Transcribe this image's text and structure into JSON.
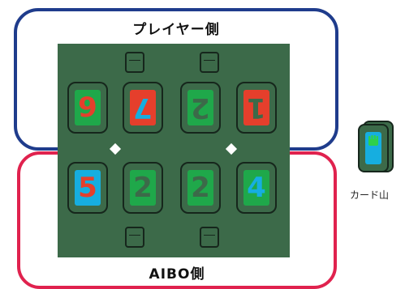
{
  "zones": {
    "player_label": "プレイヤー側",
    "aibo_label": "AIBO側"
  },
  "player_cards": [
    {
      "value": "9",
      "digit_color": "#e53f2c",
      "bg_color": "#1fa84a"
    },
    {
      "value": "7",
      "digit_color": "#16aee0",
      "bg_color": "#e53f2c"
    },
    {
      "value": "2",
      "digit_color": "#3c6a49",
      "bg_color": "#1fa84a"
    },
    {
      "value": "1",
      "digit_color": "#3c6a49",
      "bg_color": "#e53f2c"
    }
  ],
  "aibo_cards": [
    {
      "value": "5",
      "digit_color": "#e53f2c",
      "bg_color": "#16aee0"
    },
    {
      "value": "2",
      "digit_color": "#3c6a49",
      "bg_color": "#1fa84a"
    },
    {
      "value": "2",
      "digit_color": "#3c6a49",
      "bg_color": "#1fa84a"
    },
    {
      "value": "4",
      "digit_color": "#16aee0",
      "bg_color": "#1fa84a"
    }
  ],
  "deck": {
    "label": "カード山",
    "face_color": "#16aee0"
  },
  "colors": {
    "board": "#3c6a49",
    "player_border": "#1f3c8c",
    "aibo_border": "#e0224e"
  }
}
